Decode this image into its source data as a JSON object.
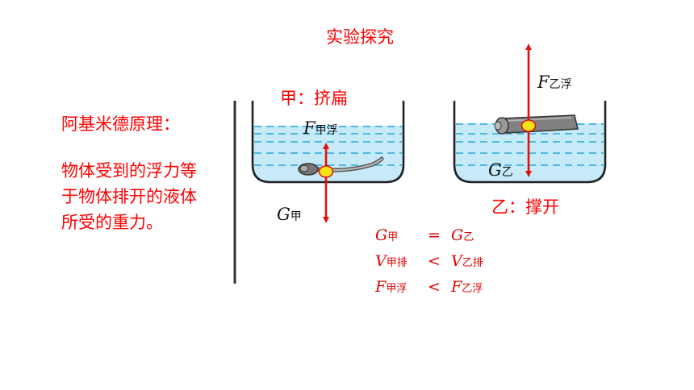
{
  "title": "实验探究",
  "principle": {
    "heading": "阿基米德原理：",
    "lines": [
      "物体受到的浮力等",
      "于物体排开的液体",
      "所受的重力。"
    ]
  },
  "container_jia": {
    "label": "甲：挤扁",
    "buoyancy": {
      "symbol": "F",
      "sub": "甲浮"
    },
    "gravity": {
      "symbol": "G",
      "sub": "甲"
    }
  },
  "container_yi": {
    "label": "乙：撑开",
    "buoyancy": {
      "symbol": "F",
      "sub": "乙浮"
    },
    "gravity": {
      "symbol": "G",
      "sub": "乙"
    }
  },
  "comparisons": [
    {
      "l_sym": "G",
      "l_sub": "甲",
      "op": "=",
      "r_sym": "G",
      "r_sub": "乙"
    },
    {
      "l_sym": "V",
      "l_sub": "甲排",
      "op": "<",
      "r_sym": "V",
      "r_sub": "乙排"
    },
    {
      "l_sym": "F",
      "l_sub": "甲浮",
      "op": "<",
      "r_sym": "F",
      "r_sub": "乙浮"
    }
  ],
  "colors": {
    "text_red": "#ff0000",
    "arrow_red": "#e01010",
    "water": "#c7eaf8",
    "water_lines": "#2aa7d8",
    "point": "#f7e21a"
  }
}
